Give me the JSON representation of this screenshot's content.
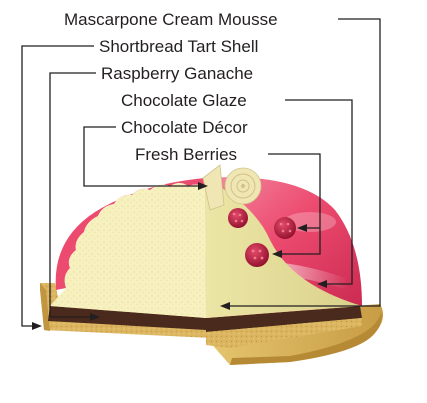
{
  "diagram": {
    "labels": [
      {
        "id": "mascarpone",
        "text": "Mascarpone Cream Mousse"
      },
      {
        "id": "shortbread",
        "text": "Shortbread Tart Shell"
      },
      {
        "id": "raspberry",
        "text": "Raspberry Ganache"
      },
      {
        "id": "glaze",
        "text": "Chocolate Glaze"
      },
      {
        "id": "decor",
        "text": "Chocolate Décor"
      },
      {
        "id": "berries",
        "text": "Fresh Berries"
      }
    ]
  },
  "colors": {
    "glaze_pink": "#ec4a6e",
    "mousse_cream": "#f7f1b8",
    "ganache_brown": "#4a2a1c",
    "shell_gold": "#d9b45c",
    "berry_red": "#b5193a",
    "decor_cream": "#efe6b4",
    "line": "#231f20"
  }
}
